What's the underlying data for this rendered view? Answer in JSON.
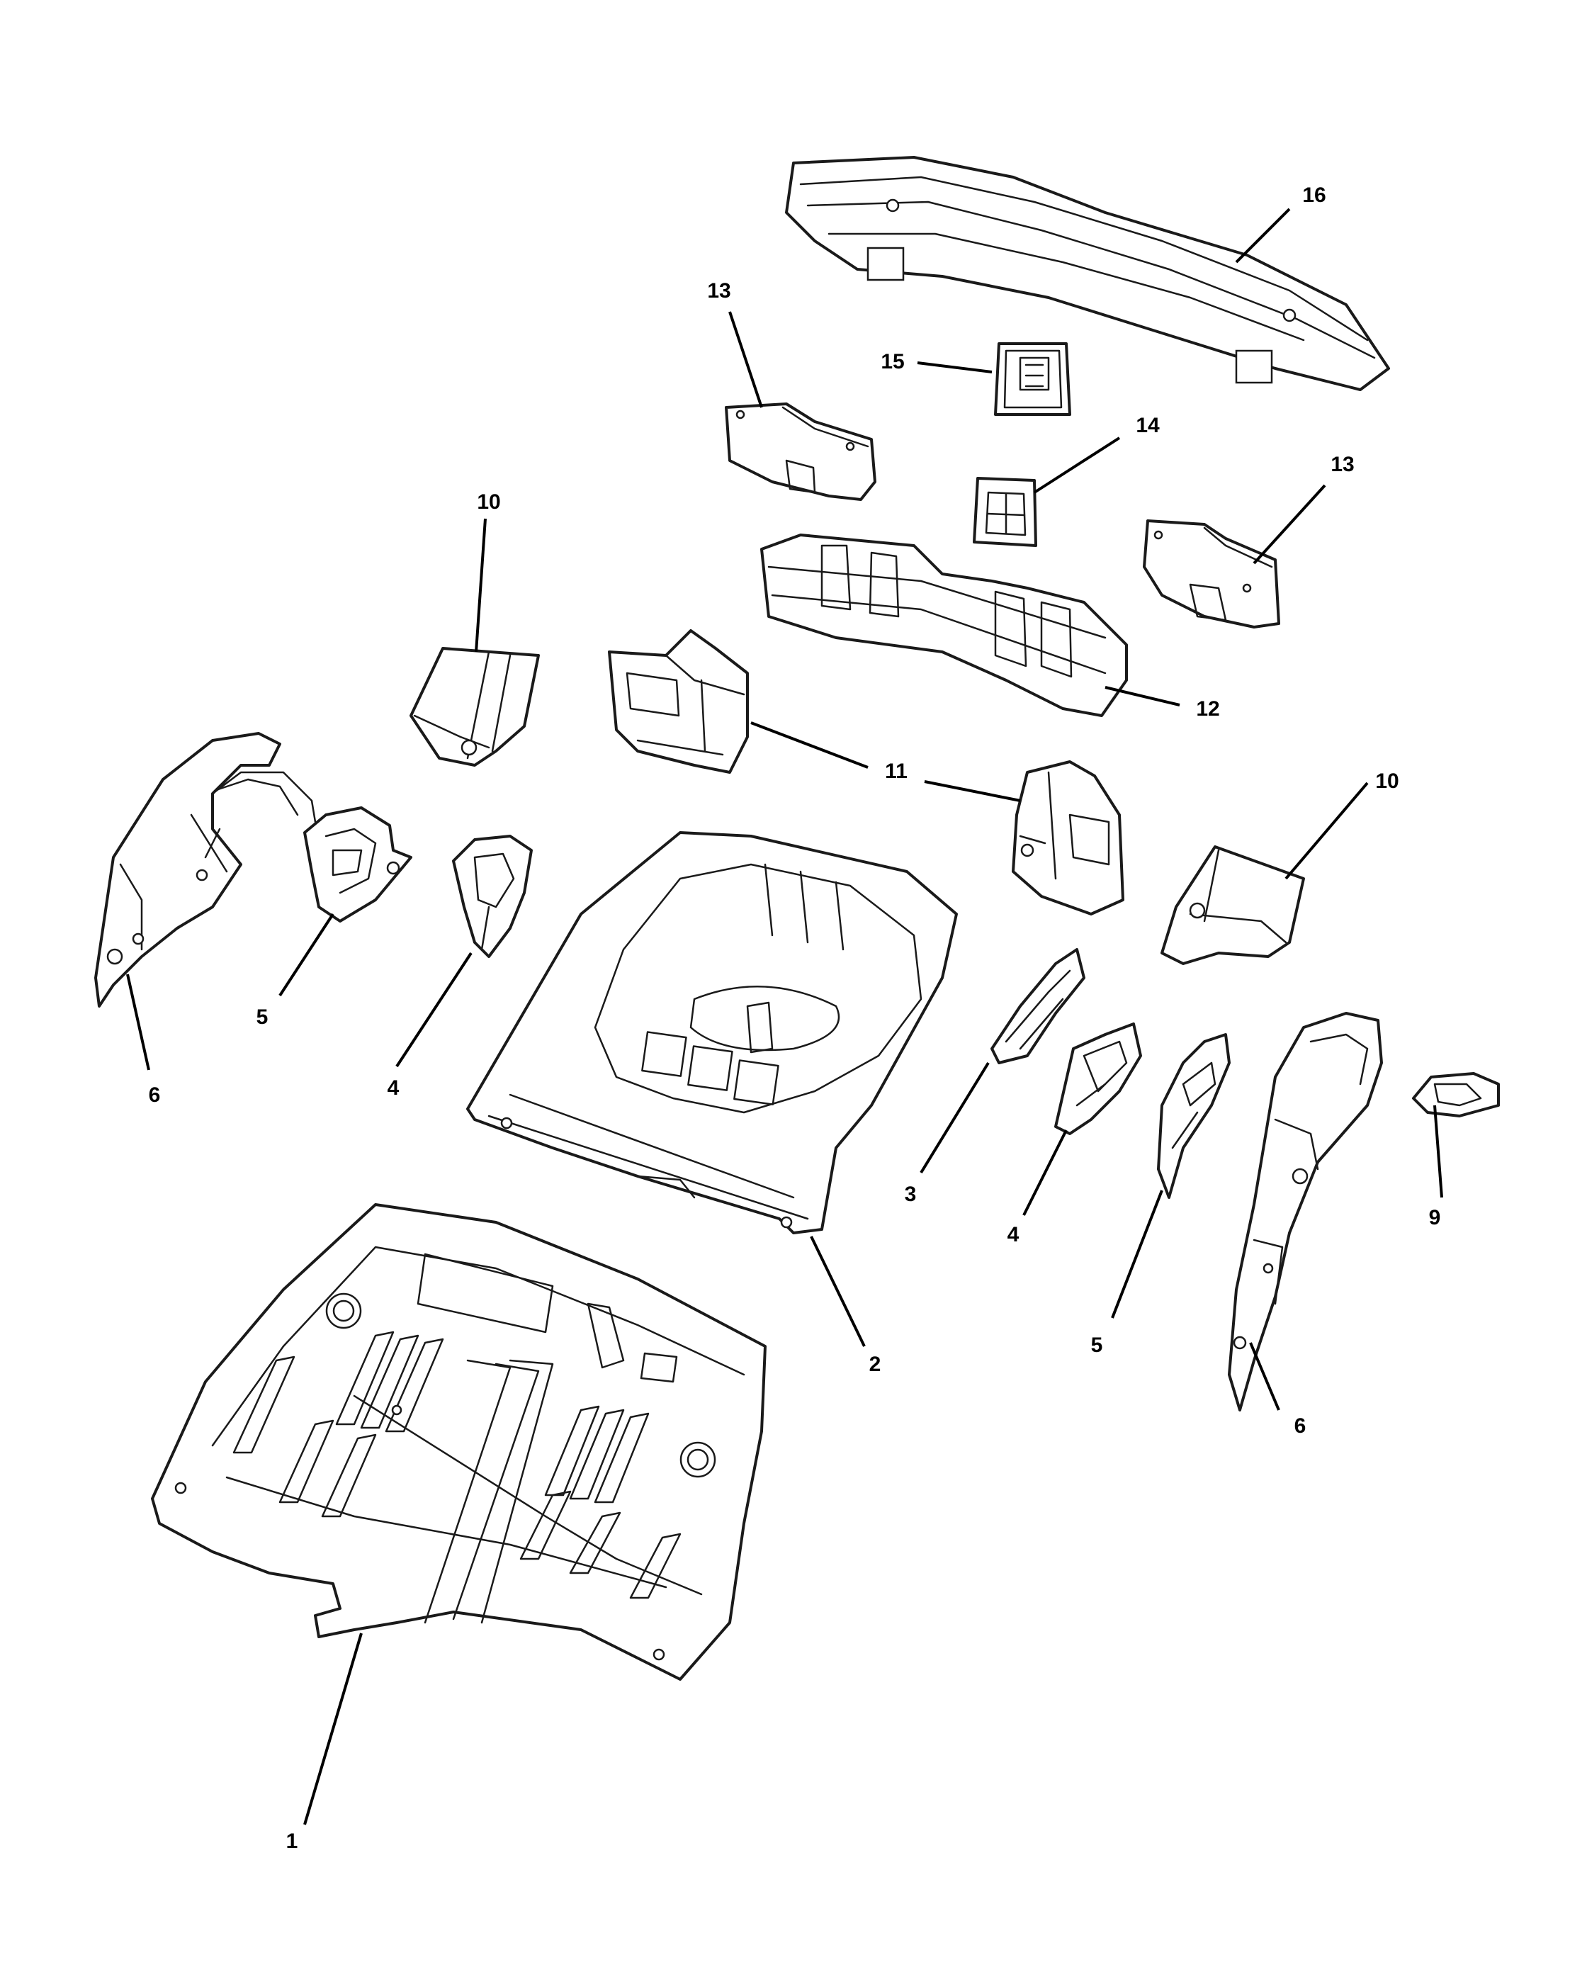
{
  "callouts": [
    {
      "id": "c16",
      "text": "16"
    },
    {
      "id": "c13a",
      "text": "13"
    },
    {
      "id": "c15",
      "text": "15"
    },
    {
      "id": "c14",
      "text": "14"
    },
    {
      "id": "c13b",
      "text": "13"
    },
    {
      "id": "c10a",
      "text": "10"
    },
    {
      "id": "c12",
      "text": "12"
    },
    {
      "id": "c11",
      "text": "11"
    },
    {
      "id": "c10b",
      "text": "10"
    },
    {
      "id": "c6a",
      "text": "6"
    },
    {
      "id": "c5a",
      "text": "5"
    },
    {
      "id": "c4a",
      "text": "4"
    },
    {
      "id": "c3",
      "text": "3"
    },
    {
      "id": "c4b",
      "text": "4"
    },
    {
      "id": "c9",
      "text": "9"
    },
    {
      "id": "c2",
      "text": "2"
    },
    {
      "id": "c5b",
      "text": "5"
    },
    {
      "id": "c6b",
      "text": "6"
    },
    {
      "id": "c1",
      "text": "1"
    }
  ]
}
